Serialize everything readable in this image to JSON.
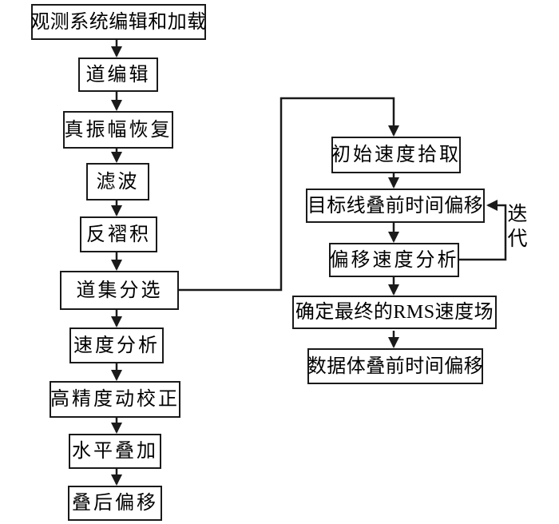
{
  "flowchart": {
    "colors": {
      "background": "#ffffff",
      "line": "#1a1a1a",
      "box_fill": "#ffffff",
      "text": "#000000"
    },
    "left_column": [
      {
        "label": "观测系统编辑和加载"
      },
      {
        "label": "道编辑"
      },
      {
        "label": "真振幅恢复"
      },
      {
        "label": "滤波"
      },
      {
        "label": "反褶积"
      },
      {
        "label": "道集分选"
      },
      {
        "label": "速度分析"
      },
      {
        "label": "高精度动校正"
      },
      {
        "label": "水平叠加"
      },
      {
        "label": "叠后偏移"
      }
    ],
    "right_column": [
      {
        "label": "初始速度拾取"
      },
      {
        "label": "目标线叠前时间偏移"
      },
      {
        "label": "偏移速度分析"
      },
      {
        "label": "确定最终的RMS速度场"
      },
      {
        "label": "数据体叠前时间偏移"
      }
    ],
    "loop_label": "迭代",
    "edges": [
      {
        "from": "观测系统编辑和加载",
        "to": "道编辑"
      },
      {
        "from": "道编辑",
        "to": "真振幅恢复"
      },
      {
        "from": "真振幅恢复",
        "to": "滤波"
      },
      {
        "from": "滤波",
        "to": "反褶积"
      },
      {
        "from": "反褶积",
        "to": "道集分选"
      },
      {
        "from": "道集分选",
        "to": "速度分析"
      },
      {
        "from": "速度分析",
        "to": "高精度动校正"
      },
      {
        "from": "高精度动校正",
        "to": "水平叠加"
      },
      {
        "from": "水平叠加",
        "to": "叠后偏移"
      },
      {
        "from": "道集分选",
        "to": "初始速度拾取"
      },
      {
        "from": "初始速度拾取",
        "to": "目标线叠前时间偏移"
      },
      {
        "from": "目标线叠前时间偏移",
        "to": "偏移速度分析"
      },
      {
        "from": "偏移速度分析",
        "to": "目标线叠前时间偏移",
        "note": "迭代"
      },
      {
        "from": "偏移速度分析",
        "to": "确定最终的RMS速度场"
      },
      {
        "from": "确定最终的RMS速度场",
        "to": "数据体叠前时间偏移"
      }
    ]
  }
}
